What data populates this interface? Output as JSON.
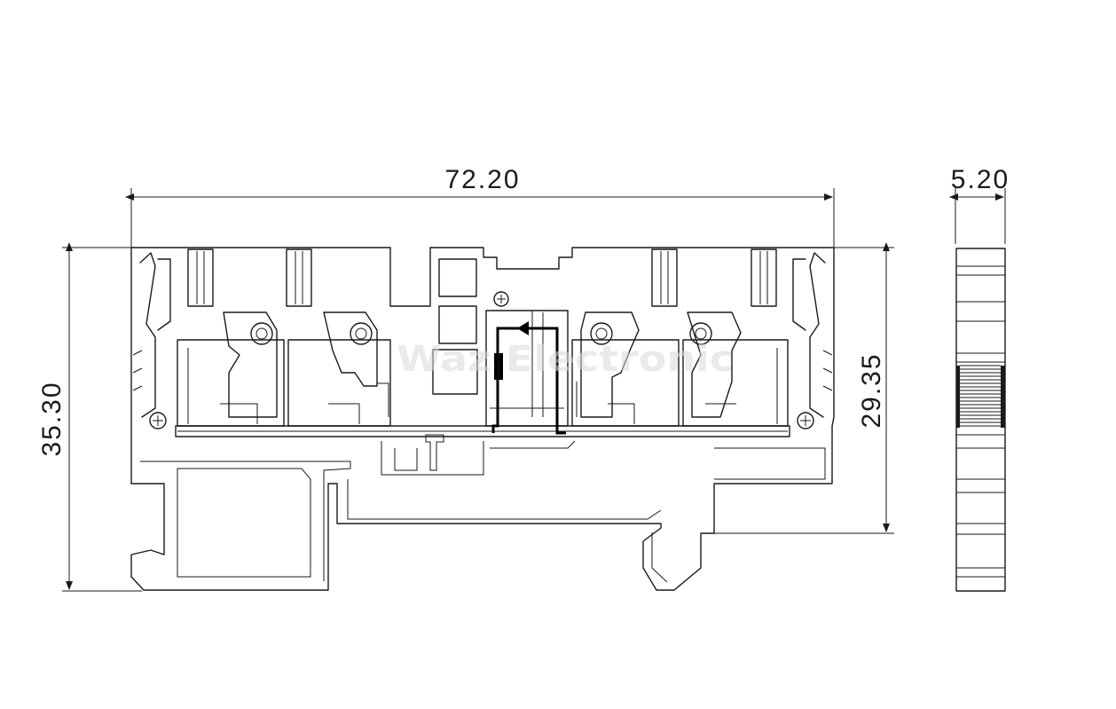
{
  "dimensions": {
    "overall_width": "72.20",
    "overall_height": "35.30",
    "rail_height": "29.35",
    "side_thickness": "5.20"
  },
  "watermark": "Waz Electronic",
  "colors": {
    "line": "#1a1a1a",
    "background": "#ffffff",
    "watermark": "#d9d9d9"
  }
}
